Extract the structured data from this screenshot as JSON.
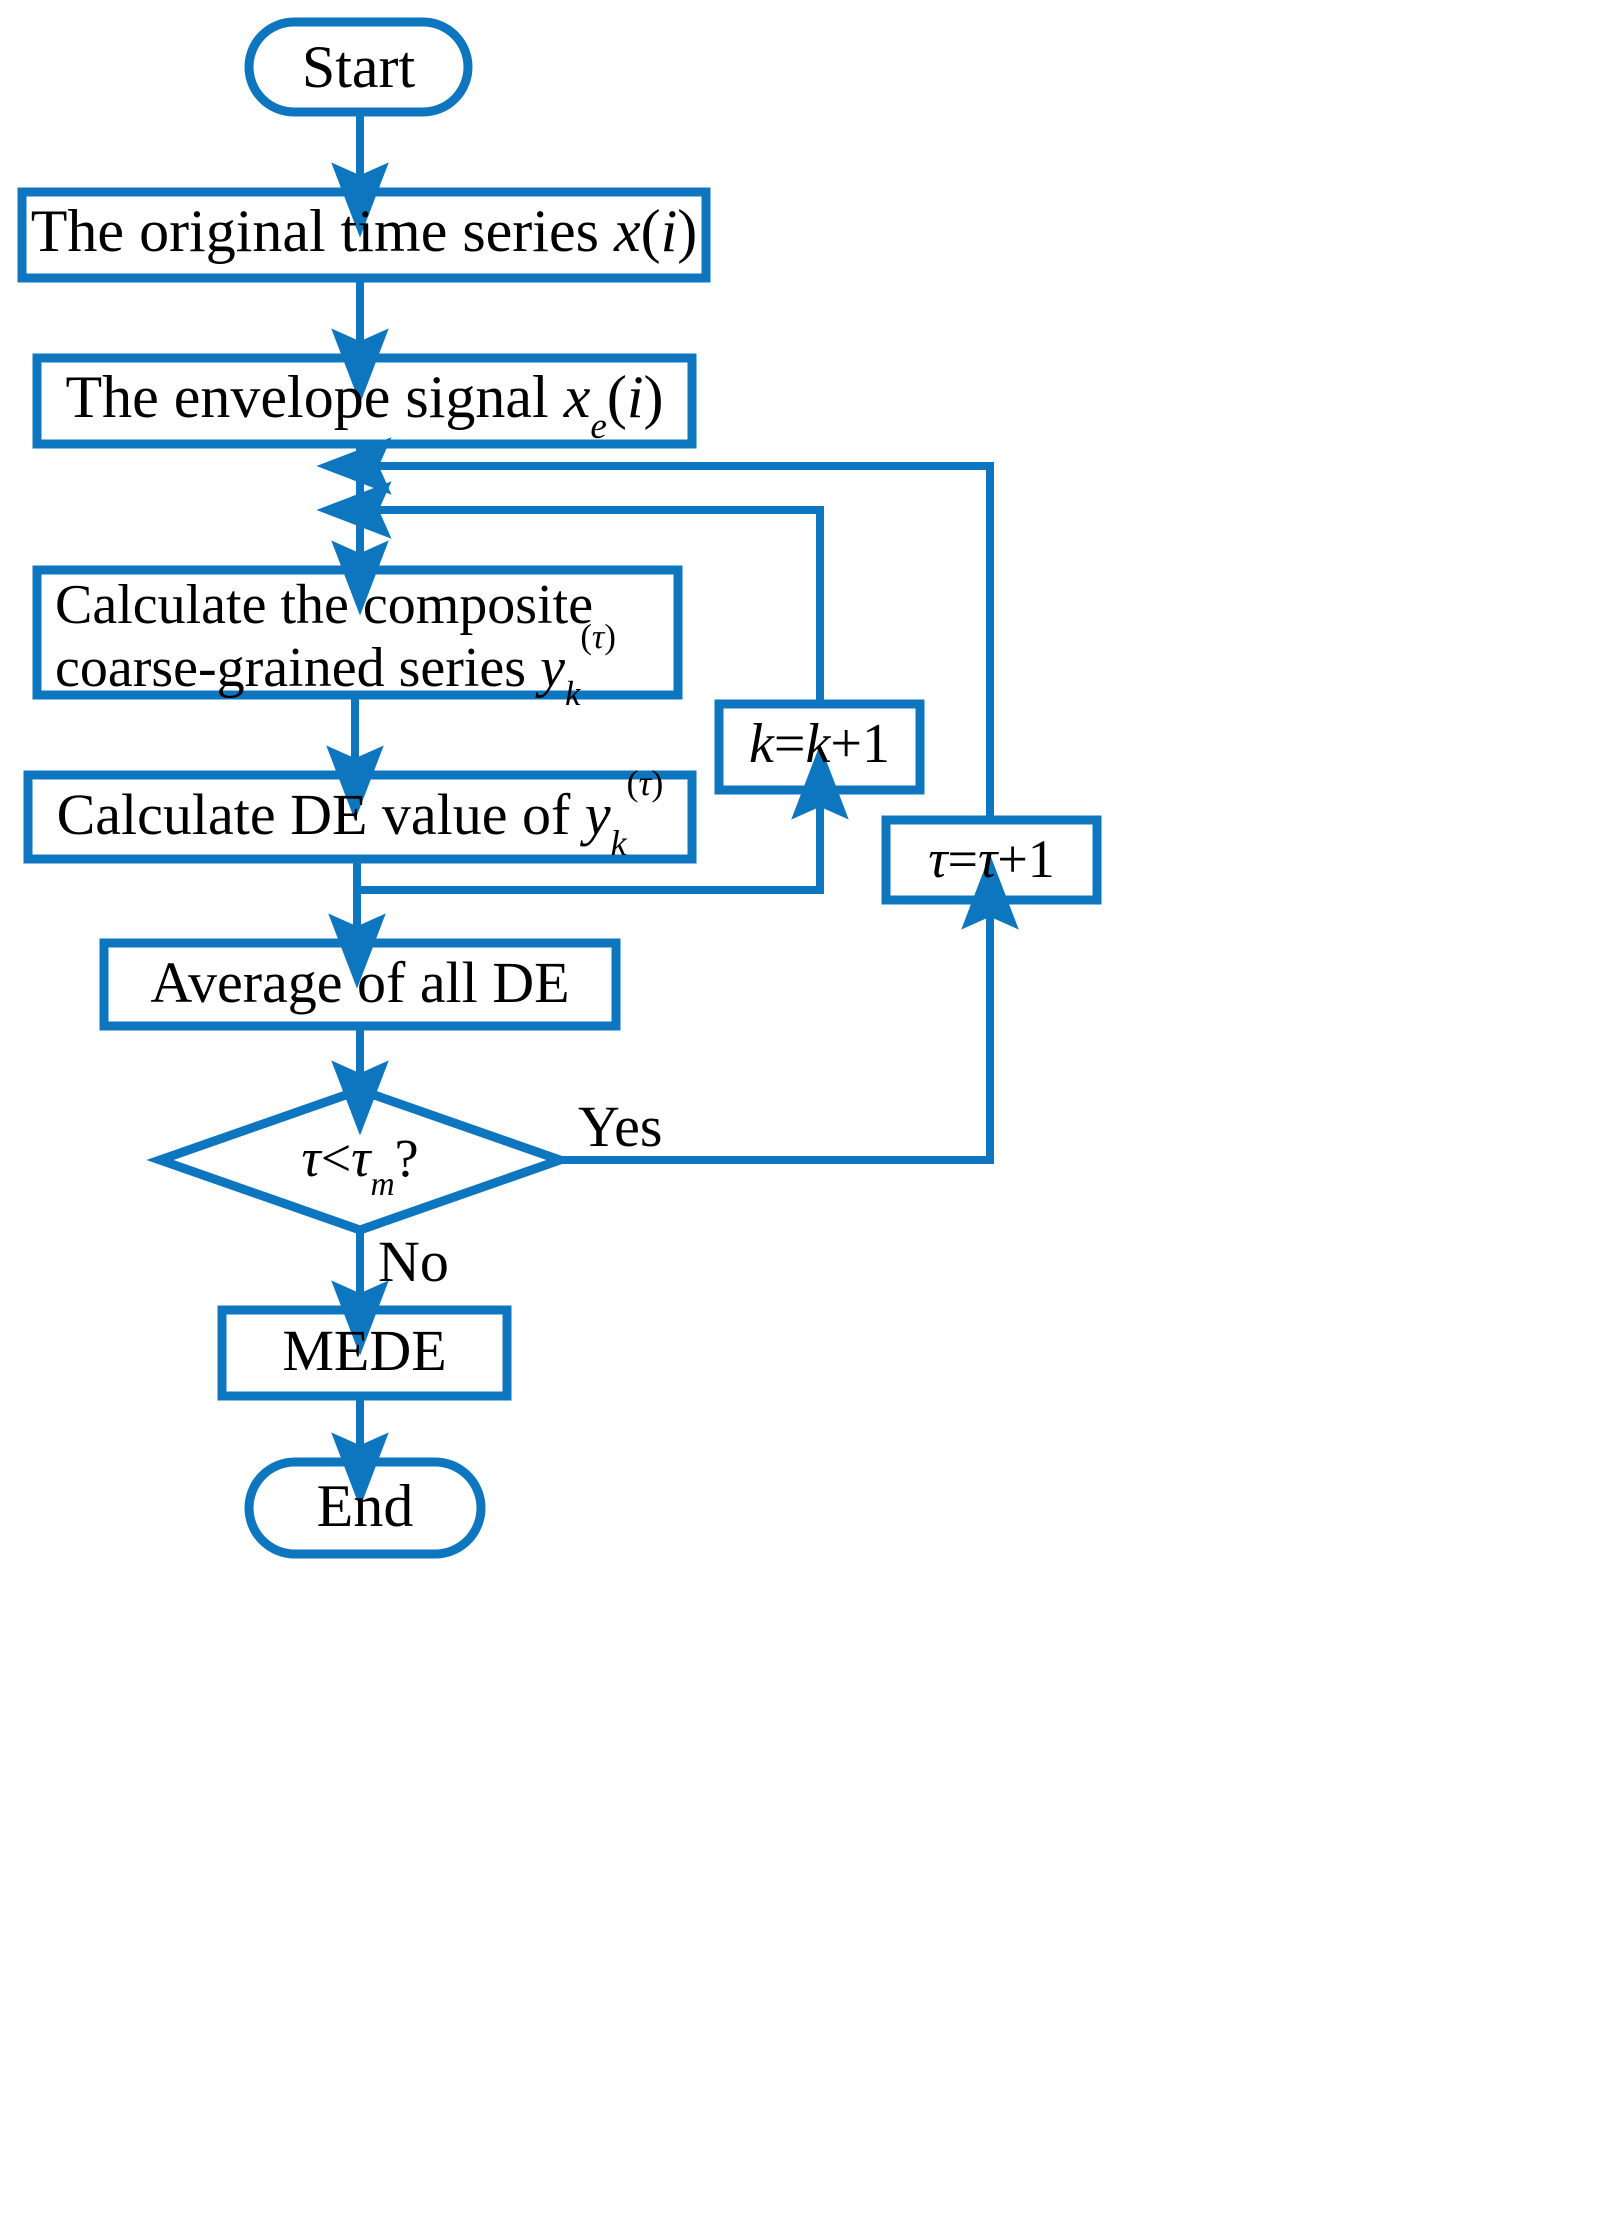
{
  "diagram": {
    "title": "MEDE algorithm flowchart",
    "accent_color": "#0d76be",
    "text_color": "#000000",
    "background_color": "#ffffff",
    "nodes": [
      {
        "id": "start",
        "shape": "terminator",
        "label": "Start"
      },
      {
        "id": "original",
        "shape": "process",
        "label_plain": "The original time series x(i)",
        "parts": [
          {
            "t": "The original time series ",
            "s": "n"
          },
          {
            "t": "x",
            "s": "i"
          },
          {
            "t": "(",
            "s": "n"
          },
          {
            "t": "i",
            "s": "i"
          },
          {
            "t": ")",
            "s": "n"
          }
        ]
      },
      {
        "id": "envelope",
        "shape": "process",
        "label_plain": "The envelope signal xe(i)",
        "parts": [
          {
            "t": "The envelope signal ",
            "s": "n"
          },
          {
            "t": "x",
            "s": "i"
          },
          {
            "t": "e",
            "s": "sub"
          },
          {
            "t": "(",
            "s": "n"
          },
          {
            "t": "i",
            "s": "i"
          },
          {
            "t": ")",
            "s": "n"
          }
        ]
      },
      {
        "id": "coarse",
        "shape": "process",
        "label_line1": "Calculate the composite",
        "label_plain": "Calculate the composite coarse-grained series yk(τ)",
        "parts2": [
          {
            "t": "coarse-grained series ",
            "s": "n"
          },
          {
            "t": "y",
            "s": "i"
          },
          {
            "t": "k",
            "s": "sub"
          },
          {
            "t": "(τ)",
            "s": "sup"
          }
        ]
      },
      {
        "id": "de",
        "shape": "process",
        "label_plain": "Calculate DE value of yk(τ)",
        "parts": [
          {
            "t": "Calculate DE value of ",
            "s": "n"
          },
          {
            "t": "y",
            "s": "i"
          },
          {
            "t": "k",
            "s": "sub"
          },
          {
            "t": "(τ)",
            "s": "sup"
          }
        ]
      },
      {
        "id": "average",
        "shape": "process",
        "label": "Average of all DE"
      },
      {
        "id": "decision",
        "shape": "decision",
        "label_plain": "τ<τm?",
        "parts": [
          {
            "t": "τ",
            "s": "i"
          },
          {
            "t": "<",
            "s": "n"
          },
          {
            "t": "τ",
            "s": "i"
          },
          {
            "t": "m",
            "s": "sub"
          },
          {
            "t": "?",
            "s": "n"
          }
        ]
      },
      {
        "id": "kinc",
        "shape": "process",
        "label_plain": "k=k+1",
        "parts": [
          {
            "t": "k",
            "s": "i"
          },
          {
            "t": "=",
            "s": "n"
          },
          {
            "t": "k",
            "s": "i"
          },
          {
            "t": "+1",
            "s": "n"
          }
        ]
      },
      {
        "id": "tauinc",
        "shape": "process",
        "label_plain": "τ=τ+1",
        "parts": [
          {
            "t": "τ",
            "s": "i"
          },
          {
            "t": "=",
            "s": "n"
          },
          {
            "t": "τ",
            "s": "i"
          },
          {
            "t": "+1",
            "s": "n"
          }
        ]
      },
      {
        "id": "mede",
        "shape": "process",
        "label": "MEDE"
      },
      {
        "id": "end",
        "shape": "terminator",
        "label": "End"
      }
    ],
    "edge_labels": [
      {
        "id": "yes",
        "label": "Yes"
      },
      {
        "id": "no",
        "label": "No"
      }
    ]
  }
}
